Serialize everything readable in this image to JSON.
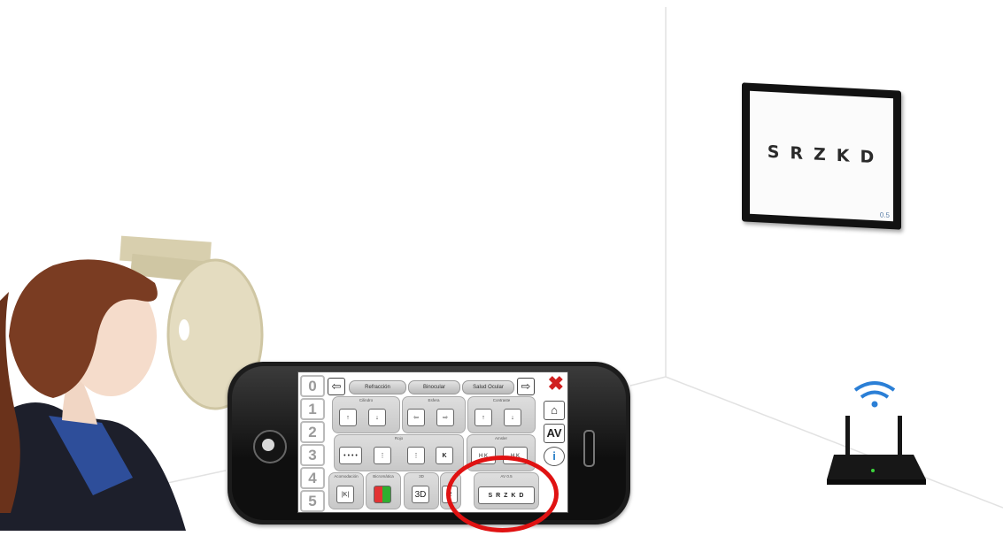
{
  "monitor": {
    "letters": "SRZKD",
    "acuity": "0.5"
  },
  "app": {
    "numbers": [
      "0",
      "1",
      "2",
      "3",
      "4",
      "5"
    ],
    "tabs": [
      "Refracción",
      "Binocular",
      "Salud Ocular"
    ],
    "nav_left": "⇦",
    "nav_right": "⇨",
    "close": "✖",
    "side": {
      "home": "⌂",
      "av": "AV",
      "info": "i"
    },
    "groups": {
      "g1": "Cilindro",
      "g2": "Esfera",
      "g3": "Contraste",
      "g4": "Rojo",
      "g5": "Amsler",
      "g6": "Acomodación",
      "g7": "Bicromática",
      "g8": "3D",
      "g9": "AV 0.5"
    },
    "buttons": {
      "b1": "↑",
      "b2": "↓",
      "b3": "⇦",
      "b4": "⇨",
      "b5": "↑",
      "b6": "↓",
      "b7": "• • • •",
      "b8": "⋮",
      "b9": "⋮",
      "b10": "K",
      "b11": "H K",
      "b12": "H K",
      "b13": "|K|",
      "b14": "",
      "b15": "3D",
      "b16": "⁄2",
      "b17": "S R Z K D"
    },
    "colors": {
      "highlight": "#e01212",
      "close": "#d02020",
      "bichrome_red": "#e23333",
      "bichrome_green": "#2fae2f"
    }
  }
}
